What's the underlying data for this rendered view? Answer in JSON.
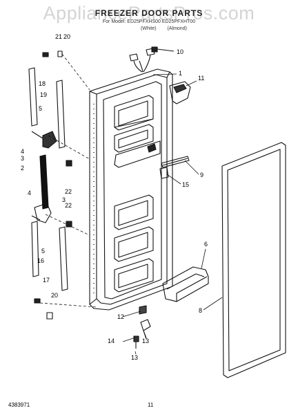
{
  "watermark": "AppliancePartsPros.com",
  "title": "FREEZER DOOR PARTS",
  "model_line": "For Model: ED25PFXHS00 ED25PFXHT00",
  "variants": [
    "(White)",
    "(Almond)"
  ],
  "callouts": {
    "c1": "1",
    "c2": "2",
    "c3a": "3",
    "c3b": "3",
    "c4a": "4",
    "c4b": "4",
    "c5a": "5",
    "c5b": "5",
    "c6": "6",
    "c8": "8",
    "c9": "9",
    "c10": "10",
    "c11": "11",
    "c12": "12",
    "c13a": "13",
    "c13b": "13",
    "c14": "14",
    "c15": "15",
    "c16": "16",
    "c17": "17",
    "c18": "18",
    "c19": "19",
    "c20a": "20",
    "c20b": "20",
    "c21": "21",
    "c22a": "22",
    "c22b": "22"
  },
  "footer": {
    "doc_number": "4383971",
    "page_number": "11"
  }
}
